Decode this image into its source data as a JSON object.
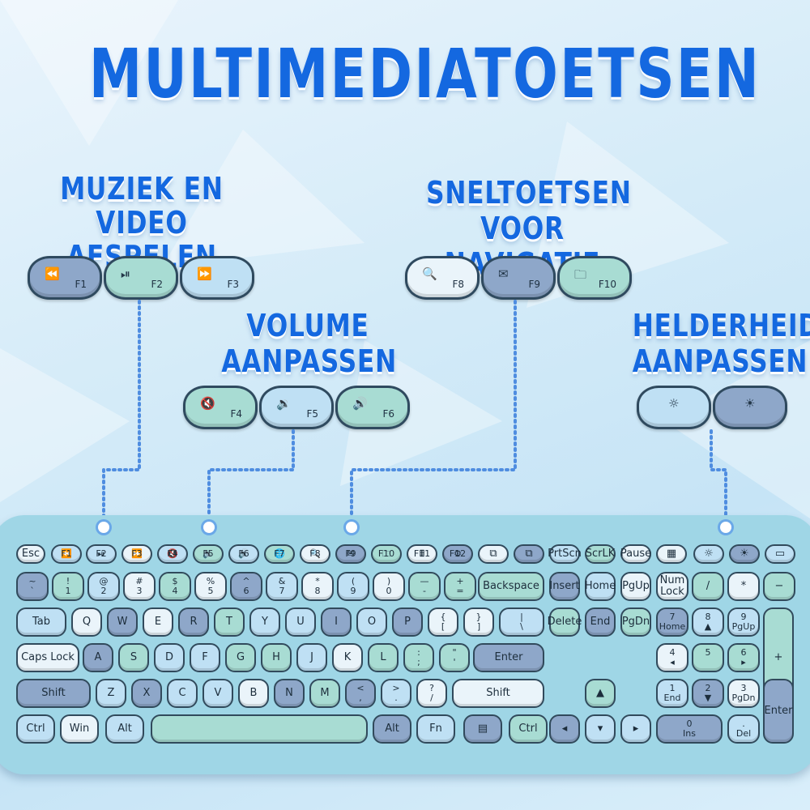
{
  "title": "MULTIMEDIATOETSEN",
  "groups": {
    "music": {
      "line1": "MUZIEK EN VIDEO",
      "line2": "AFSPELEN"
    },
    "volume": {
      "line1": "VOLUME",
      "line2": "AANPASSEN"
    },
    "nav": {
      "line1": "SNELTOETSEN",
      "line2": "VOOR NAVIGATIE"
    },
    "brightness": {
      "line1": "HELDERHEID",
      "line2": "AANPASSEN"
    }
  },
  "callout_keys": {
    "f1": {
      "icon": "⏪",
      "label": "F1"
    },
    "f2": {
      "icon": "⏯",
      "label": "F2"
    },
    "f3": {
      "icon": "⏩",
      "label": "F3"
    },
    "f4": {
      "icon": "🔇",
      "label": "F4"
    },
    "f5": {
      "icon": "🔉",
      "label": "F5"
    },
    "f6": {
      "icon": "🔊",
      "label": "F6"
    },
    "f8": {
      "icon": "🔍",
      "label": "F8"
    },
    "f9": {
      "icon": "✉",
      "label": "F9"
    },
    "f10": {
      "icon": "🗀",
      "label": "F10"
    },
    "bright_down": {
      "icon": "☼",
      "label": ""
    },
    "bright_up": {
      "icon": "☀",
      "label": ""
    }
  },
  "keyboard": {
    "row0": [
      {
        "m": "Esc",
        "c": "cw"
      },
      {
        "t": "⏪",
        "b": "F1",
        "c": "cl"
      },
      {
        "t": "⏯",
        "b": "F2",
        "c": "cl"
      },
      {
        "t": "⏩",
        "b": "F3",
        "c": "cw"
      },
      {
        "t": "🔇",
        "b": "F4",
        "c": "cl"
      },
      {
        "t": "🔉",
        "b": "F5",
        "c": "cm"
      },
      {
        "t": "🔊",
        "b": "F6",
        "c": "cl"
      },
      {
        "t": "🌐",
        "b": "F7",
        "c": "cm"
      },
      {
        "t": "🔍",
        "b": "F8",
        "c": "cw"
      },
      {
        "t": "✉",
        "b": "F9",
        "c": "cd"
      },
      {
        "t": "🗀",
        "b": "F10",
        "c": "cm"
      },
      {
        "t": "🖩",
        "b": "F11",
        "c": "cw"
      },
      {
        "t": "⚙",
        "b": "F12",
        "c": "cd"
      },
      {
        "m": "⧉",
        "c": "cw"
      },
      {
        "m": "⧉",
        "c": "cd"
      },
      {
        "m": "PrtScn",
        "c": "cl"
      },
      {
        "m": "ScrLK",
        "c": "cm"
      },
      {
        "m": "Pause",
        "c": "cw"
      },
      {
        "m": "▦",
        "c": "cw"
      },
      {
        "m": "☼",
        "c": "cl"
      },
      {
        "m": "☀",
        "c": "cd"
      },
      {
        "m": "▭",
        "c": "cl"
      }
    ],
    "row1": [
      {
        "t": "~",
        "b": "`",
        "c": "cd"
      },
      {
        "t": "!",
        "b": "1",
        "c": "cm"
      },
      {
        "t": "@",
        "b": "2",
        "c": "cl"
      },
      {
        "t": "#",
        "b": "3",
        "c": "cw"
      },
      {
        "t": "$",
        "b": "4",
        "c": "cm"
      },
      {
        "t": "%",
        "b": "5",
        "c": "cw"
      },
      {
        "t": "^",
        "b": "6",
        "c": "cd"
      },
      {
        "t": "&",
        "b": "7",
        "c": "cl"
      },
      {
        "t": "*",
        "b": "8",
        "c": "cw"
      },
      {
        "t": "(",
        "b": "9",
        "c": "cl"
      },
      {
        "t": ")",
        "b": "0",
        "c": "cw"
      },
      {
        "t": "—",
        "b": "-",
        "c": "cm"
      },
      {
        "t": "+",
        "b": "=",
        "c": "cm"
      },
      {
        "m": "Backspace",
        "c": "cm"
      },
      {
        "m": "Insert",
        "c": "cd"
      },
      {
        "m": "Home",
        "c": "cl"
      },
      {
        "m": "PgUp",
        "c": "cw"
      },
      {
        "m": "Num Lock",
        "c": "cw"
      },
      {
        "m": "/",
        "c": "cm"
      },
      {
        "m": "*",
        "c": "cw"
      },
      {
        "m": "−",
        "c": "cm"
      }
    ],
    "row2": [
      {
        "m": "Tab",
        "c": "cl"
      },
      {
        "m": "Q",
        "c": "cw"
      },
      {
        "m": "W",
        "c": "cd"
      },
      {
        "m": "E",
        "c": "cw"
      },
      {
        "m": "R",
        "c": "cd"
      },
      {
        "m": "T",
        "c": "cm"
      },
      {
        "m": "Y",
        "c": "cl"
      },
      {
        "m": "U",
        "c": "cl"
      },
      {
        "m": "I",
        "c": "cd"
      },
      {
        "m": "O",
        "c": "cl"
      },
      {
        "m": "P",
        "c": "cd"
      },
      {
        "t": "{",
        "b": "[",
        "c": "cw"
      },
      {
        "t": "}",
        "b": "]",
        "c": "cw"
      },
      {
        "t": "|",
        "b": "\\",
        "c": "cl"
      },
      {
        "m": "Delete",
        "c": "cm"
      },
      {
        "m": "End",
        "c": "cd"
      },
      {
        "m": "PgDn",
        "c": "cm"
      },
      {
        "t": "7",
        "b": "Home",
        "c": "cd"
      },
      {
        "t": "8",
        "b": "▲",
        "c": "cl"
      },
      {
        "t": "9",
        "b": "PgUp",
        "c": "cl"
      },
      {
        "m": "+",
        "c": "cm"
      }
    ],
    "row3": [
      {
        "m": "Caps Lock",
        "c": "cw"
      },
      {
        "m": "A",
        "c": "cd"
      },
      {
        "m": "S",
        "c": "cm"
      },
      {
        "m": "D",
        "c": "cl"
      },
      {
        "m": "F",
        "c": "cl"
      },
      {
        "m": "G",
        "c": "cm"
      },
      {
        "m": "H",
        "c": "cm"
      },
      {
        "m": "J",
        "c": "cl"
      },
      {
        "m": "K",
        "c": "cw"
      },
      {
        "m": "L",
        "c": "cm"
      },
      {
        "t": ":",
        "b": ";",
        "c": "cm"
      },
      {
        "t": "\"",
        "b": "'",
        "c": "cm"
      },
      {
        "m": "Enter",
        "c": "cd"
      },
      {
        "t": "4",
        "b": "◂",
        "c": "cw"
      },
      {
        "t": "5",
        "b": "",
        "c": "cm"
      },
      {
        "t": "6",
        "b": "▸",
        "c": "cm"
      }
    ],
    "row4": [
      {
        "m": "Shift",
        "c": "cd"
      },
      {
        "m": "Z",
        "c": "cl"
      },
      {
        "m": "X",
        "c": "cd"
      },
      {
        "m": "C",
        "c": "cl"
      },
      {
        "m": "V",
        "c": "cl"
      },
      {
        "m": "B",
        "c": "cw"
      },
      {
        "m": "N",
        "c": "cd"
      },
      {
        "m": "M",
        "c": "cm"
      },
      {
        "t": "<",
        "b": ",",
        "c": "cd"
      },
      {
        "t": ">",
        "b": ".",
        "c": "cl"
      },
      {
        "t": "?",
        "b": "/",
        "c": "cw"
      },
      {
        "m": "Shift",
        "c": "cw"
      },
      {
        "m": "▲",
        "c": "cm"
      },
      {
        "t": "1",
        "b": "End",
        "c": "cl"
      },
      {
        "t": "2",
        "b": "▼",
        "c": "cd"
      },
      {
        "t": "3",
        "b": "PgDn",
        "c": "cw"
      },
      {
        "m": "Enter",
        "c": "cd"
      }
    ],
    "row5": [
      {
        "m": "Ctrl",
        "c": "cl"
      },
      {
        "m": "Win",
        "c": "cw"
      },
      {
        "m": "Alt",
        "c": "cl"
      },
      {
        "m": "",
        "c": "cm"
      },
      {
        "m": "Alt",
        "c": "cd"
      },
      {
        "m": "Fn",
        "c": "cl"
      },
      {
        "m": "▤",
        "c": "cd"
      },
      {
        "m": "Ctrl",
        "c": "cm"
      },
      {
        "m": "◂",
        "c": "cd"
      },
      {
        "m": "▾",
        "c": "cl"
      },
      {
        "m": "▸",
        "c": "cl"
      },
      {
        "t": "0",
        "b": "Ins",
        "c": "cd"
      },
      {
        "t": ".",
        "b": "Del",
        "c": "cl"
      }
    ]
  }
}
